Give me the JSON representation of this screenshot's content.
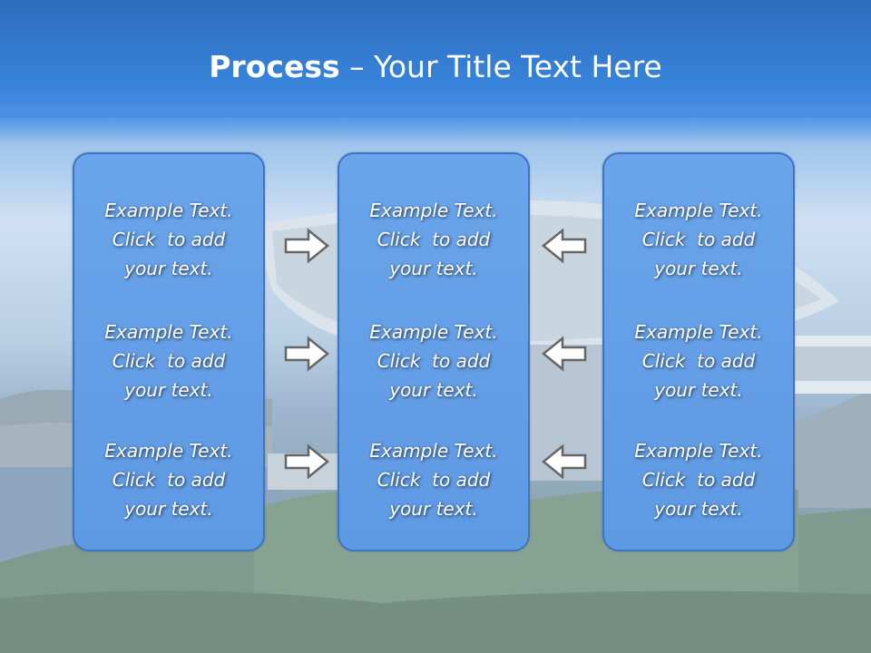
{
  "slide": {
    "title_bold": "Process",
    "title_rest": " – Your Title Text Here",
    "columns": [
      {
        "items": [
          "Example Text.\nClick  to add\nyour text.",
          "Example Text.\nClick  to add\nyour text.",
          "Example Text.\nClick  to add\nyour text."
        ]
      },
      {
        "items": [
          "Example Text.\nClick  to add\nyour text.",
          "Example Text.\nClick  to add\nyour text.",
          "Example Text.\nClick  to add\nyour text."
        ]
      },
      {
        "items": [
          "Example Text.\nClick  to add\nyour text.",
          "Example Text.\nClick  to add\nyour text.",
          "Example Text.\nClick  to add\nyour text."
        ]
      }
    ],
    "arrows_left_group": [
      "right-arrow-icon",
      "right-arrow-icon",
      "right-arrow-icon"
    ],
    "arrows_right_group": [
      "left-arrow-icon",
      "left-arrow-icon",
      "left-arrow-icon"
    ]
  },
  "colors": {
    "header": "#3783da",
    "panel_fill": "#6aa4ea",
    "panel_border": "#3f74c0",
    "text": "#ffffff"
  }
}
